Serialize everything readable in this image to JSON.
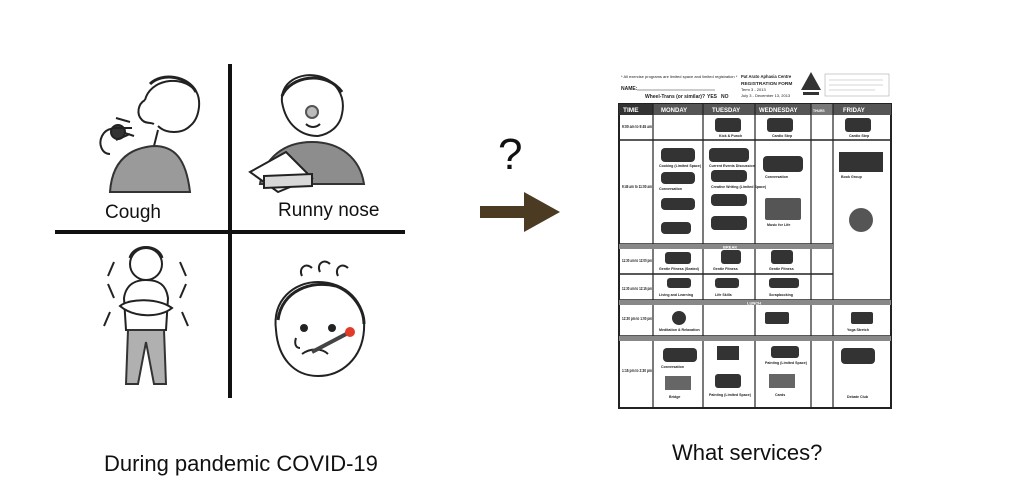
{
  "left_panel": {
    "symptoms": [
      {
        "label": "Cough",
        "icon": "cough-person"
      },
      {
        "label": "Runny nose",
        "icon": "runny-nose-person"
      },
      {
        "label": "",
        "icon": "shivering-person"
      },
      {
        "label": "",
        "icon": "fever-person"
      }
    ],
    "caption": "During pandemic COVID-19"
  },
  "middle": {
    "question_mark": "?",
    "arrow_icon": "right-arrow-icon"
  },
  "right_panel": {
    "caption": "What services?",
    "form": {
      "header_note": "* All exercise programs are limited space and limited registration *",
      "name_label": "NAME:",
      "centre_name": "Pat Arato Aphasia Centre",
      "form_title": "REGISTRATION FORM",
      "term": "Term 3 - 2013",
      "dates": "July 3 - December 13, 2013",
      "wheeltrans_label": "Wheel-Trans (or similar)?",
      "yes_label": "YES",
      "no_label": "NO",
      "days": [
        "TIME",
        "MONDAY",
        "TUESDAY",
        "WEDNESDAY",
        "THURS",
        "FRIDAY"
      ],
      "times": [
        "9:00 am to 9:45 am",
        "9:45 am to 11:00 am",
        "11:30 am to 12:00 pm",
        "11:30 am to 12:15 pm",
        "12:30 pm to 1:00 pm",
        "1:15 pm to 2:30 pm"
      ],
      "activities": [
        "Kick & Punch",
        "Cardio Step",
        "Cardio Step",
        "Cooking (Limited Space)",
        "Conversation",
        "Current Events Discussion",
        "Creative Writing (Limited Space)",
        "Conversation",
        "Music for Life",
        "Book Group",
        "Gentle Fitness (Seated)",
        "Gentle Fitness",
        "Gentle Fitness",
        "Living and Learning",
        "Life Skills",
        "Scrapbooking",
        "Meditation & Relaxation",
        "Yoga Stretch",
        "Conversation",
        "Painting (Limited Space)",
        "Bridge",
        "Painting (Limited Space)",
        "Cards",
        "Debate Club"
      ],
      "break_label": "BREAK",
      "lunch_label": "LUNCH"
    }
  }
}
